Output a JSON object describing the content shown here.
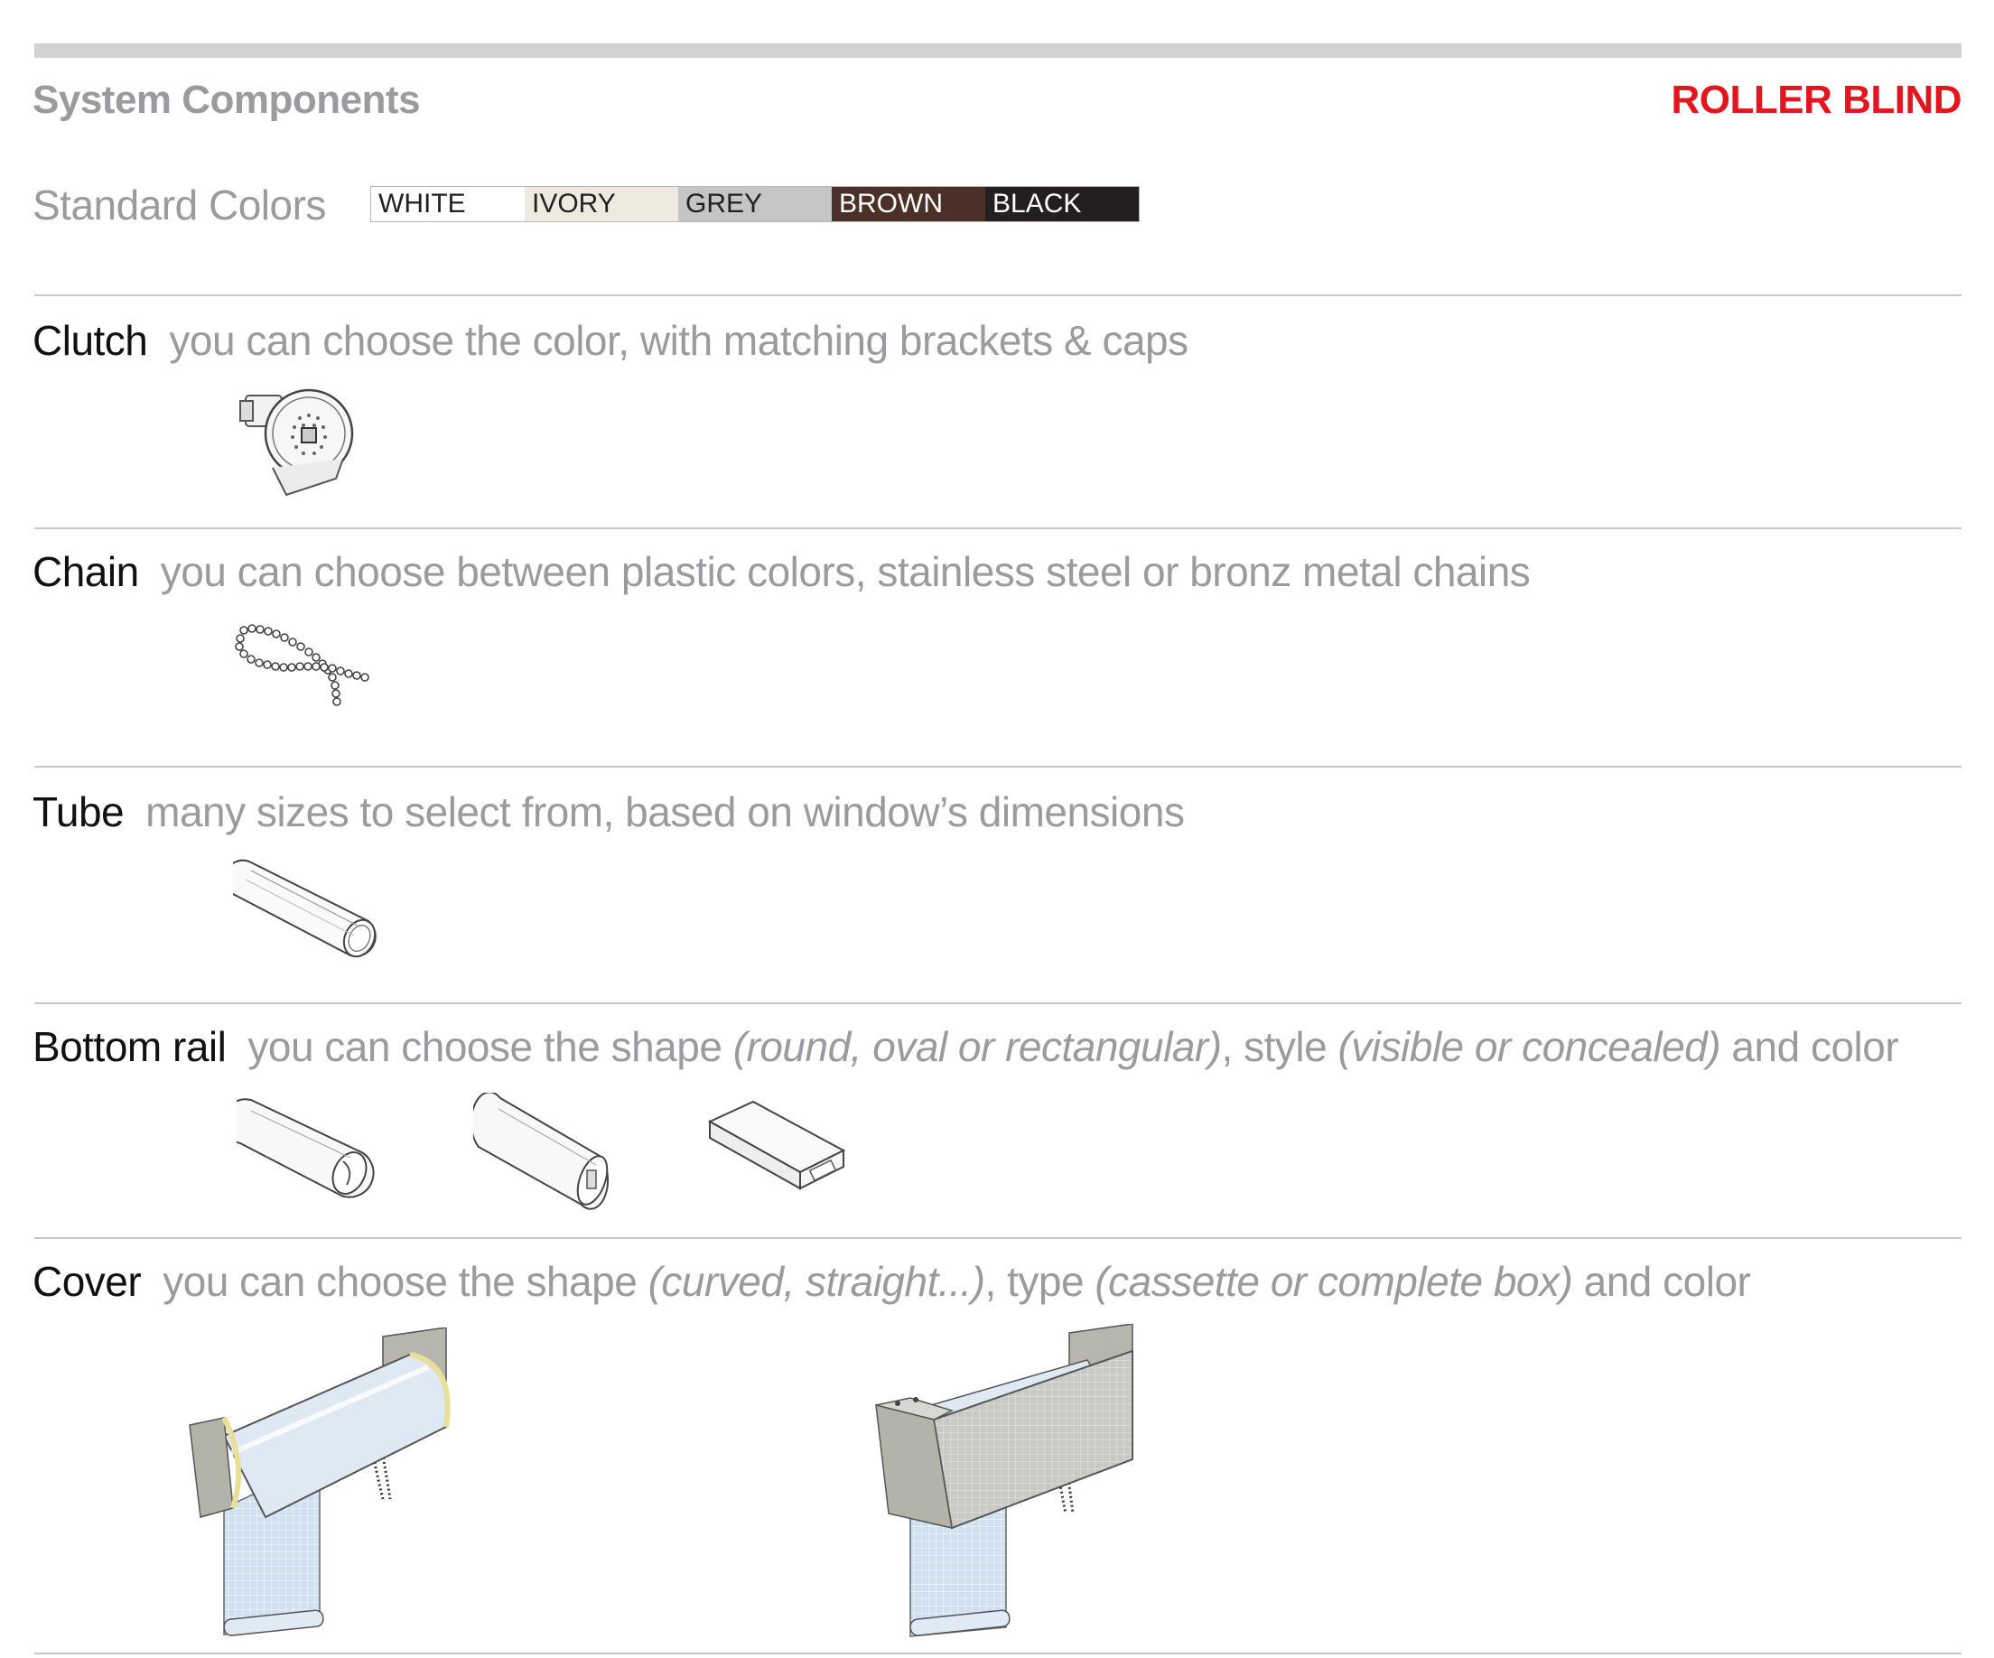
{
  "header": {
    "title": "System Components",
    "brand": "ROLLER BLIND"
  },
  "standard_colors": {
    "label": "Standard Colors",
    "swatches": [
      {
        "name": "WHITE",
        "bg": "#ffffff",
        "fg": "#231f20"
      },
      {
        "name": "IVORY",
        "bg": "#efeadf",
        "fg": "#231f20"
      },
      {
        "name": "GREY",
        "bg": "#c4c5c7",
        "fg": "#231f20"
      },
      {
        "name": "BROWN",
        "bg": "#4b3027",
        "fg": "#ffffff"
      },
      {
        "name": "BLACK",
        "bg": "#231f20",
        "fg": "#ffffff"
      }
    ]
  },
  "components": {
    "clutch": {
      "name": "Clutch",
      "desc": "you can choose the color, with matching brackets & caps"
    },
    "chain": {
      "name": "Chain",
      "desc": "you can choose between plastic colors, stainless steel or bronz metal chains"
    },
    "tube": {
      "name": "Tube",
      "desc": "many sizes to select from, based on window’s dimensions"
    },
    "bottom_rail": {
      "name": "Bottom rail",
      "d1": "you can choose the shape ",
      "i1": "(round, oval or rectangular)",
      "d2": ", style ",
      "i2": "(visible or concealed)",
      "d3": " and color"
    },
    "cover": {
      "name": "Cover",
      "d1": "you can choose the shape ",
      "i1": "(curved, straight...)",
      "d2": ", type ",
      "i2": "(cassette or complete box)",
      "d3": " and color"
    }
  },
  "colors": {
    "heading_grey": "#9a9b9e",
    "brand_red": "#e3161f",
    "rule_grey": "#c6c7c9"
  },
  "icons": [
    "clutch-icon",
    "bead-chain-icon",
    "tube-icon",
    "round-rail-icon",
    "oval-rail-icon",
    "rectangular-rail-icon",
    "curved-cassette-blind-icon",
    "box-cassette-blind-icon"
  ]
}
